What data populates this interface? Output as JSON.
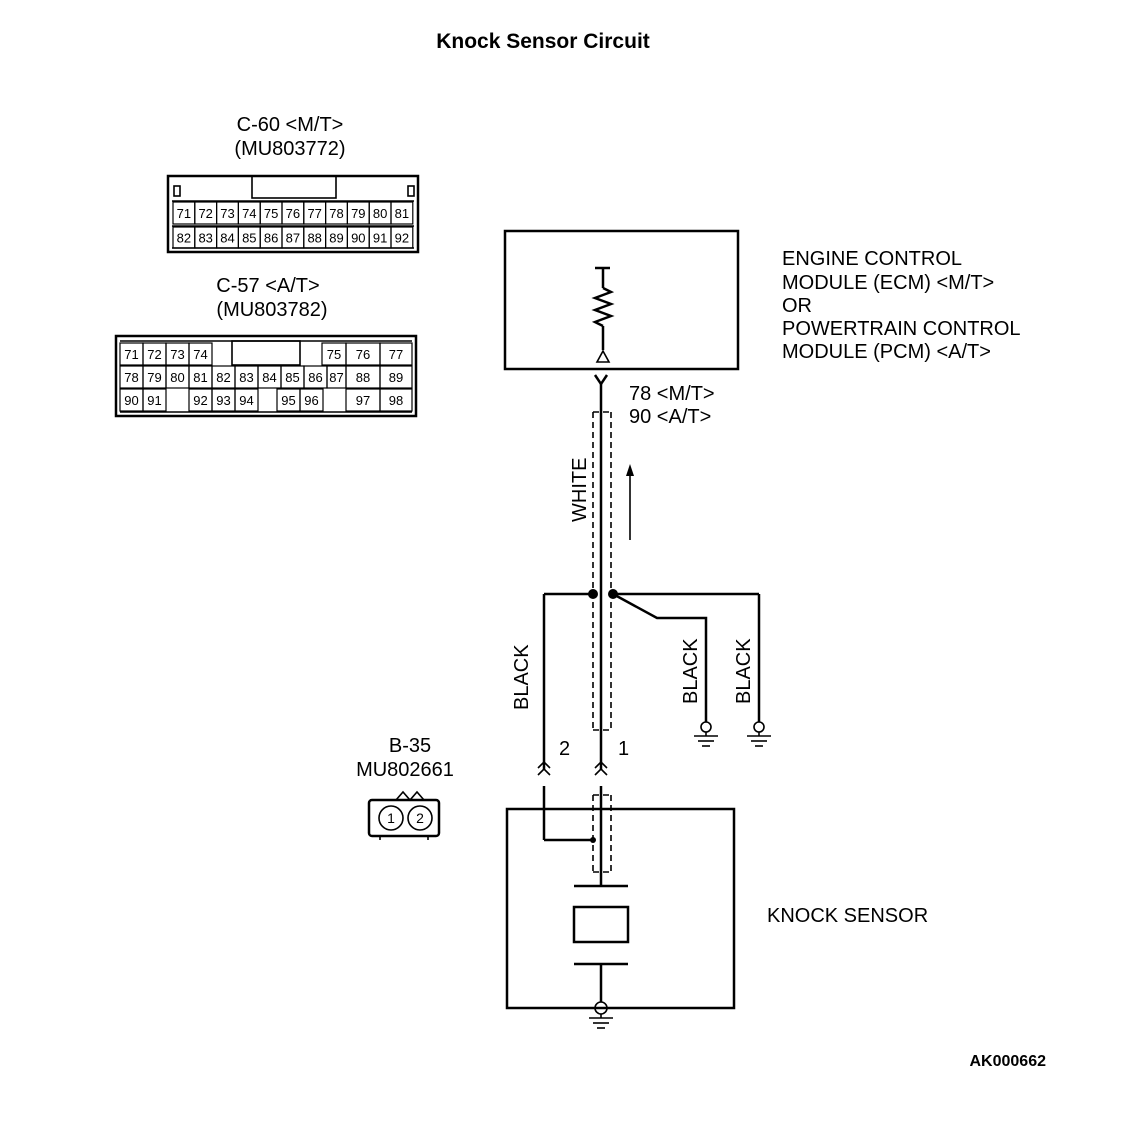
{
  "title": "Knock Sensor Circuit",
  "connector_mt": {
    "name": "C-60 <M/T>",
    "part": "(MU803772)",
    "row1": [
      "71",
      "72",
      "73",
      "74",
      "75",
      "76",
      "77",
      "78",
      "79",
      "80",
      "81"
    ],
    "row2": [
      "82",
      "83",
      "84",
      "85",
      "86",
      "87",
      "88",
      "89",
      "90",
      "91",
      "92"
    ]
  },
  "connector_at": {
    "name": "C-57 <A/T>",
    "part": "(MU803782)",
    "row1": [
      "71",
      "72",
      "73",
      "74",
      "",
      "",
      "",
      "",
      "75",
      "76",
      "77"
    ],
    "row2": [
      "78",
      "79",
      "80",
      "81",
      "82",
      "83",
      "84",
      "85",
      "86",
      "87",
      "88",
      "89"
    ],
    "row3": [
      "90",
      "91",
      "",
      "92",
      "93",
      "94",
      "",
      "95",
      "96",
      "",
      "97",
      "98"
    ]
  },
  "module": {
    "line1": "ENGINE CONTROL",
    "line2": "MODULE (ECM) <M/T>",
    "line3": "OR",
    "line4": "POWERTRAIN CONTROL",
    "line5": "MODULE (PCM) <A/T>"
  },
  "terminal": {
    "mt": "78 <M/T>",
    "at": "90 <A/T>"
  },
  "wires": {
    "signal_color": "WHITE",
    "left_color": "BLACK",
    "ground1_color": "BLACK",
    "ground2_color": "BLACK"
  },
  "sensor_pins": {
    "pin2": "2",
    "pin1": "1"
  },
  "sensor_connector": {
    "name": "B-35",
    "part": "MU802661",
    "pin1": "1",
    "pin2": "2"
  },
  "sensor": {
    "label": "KNOCK SENSOR"
  },
  "figure_code": "AK000662"
}
